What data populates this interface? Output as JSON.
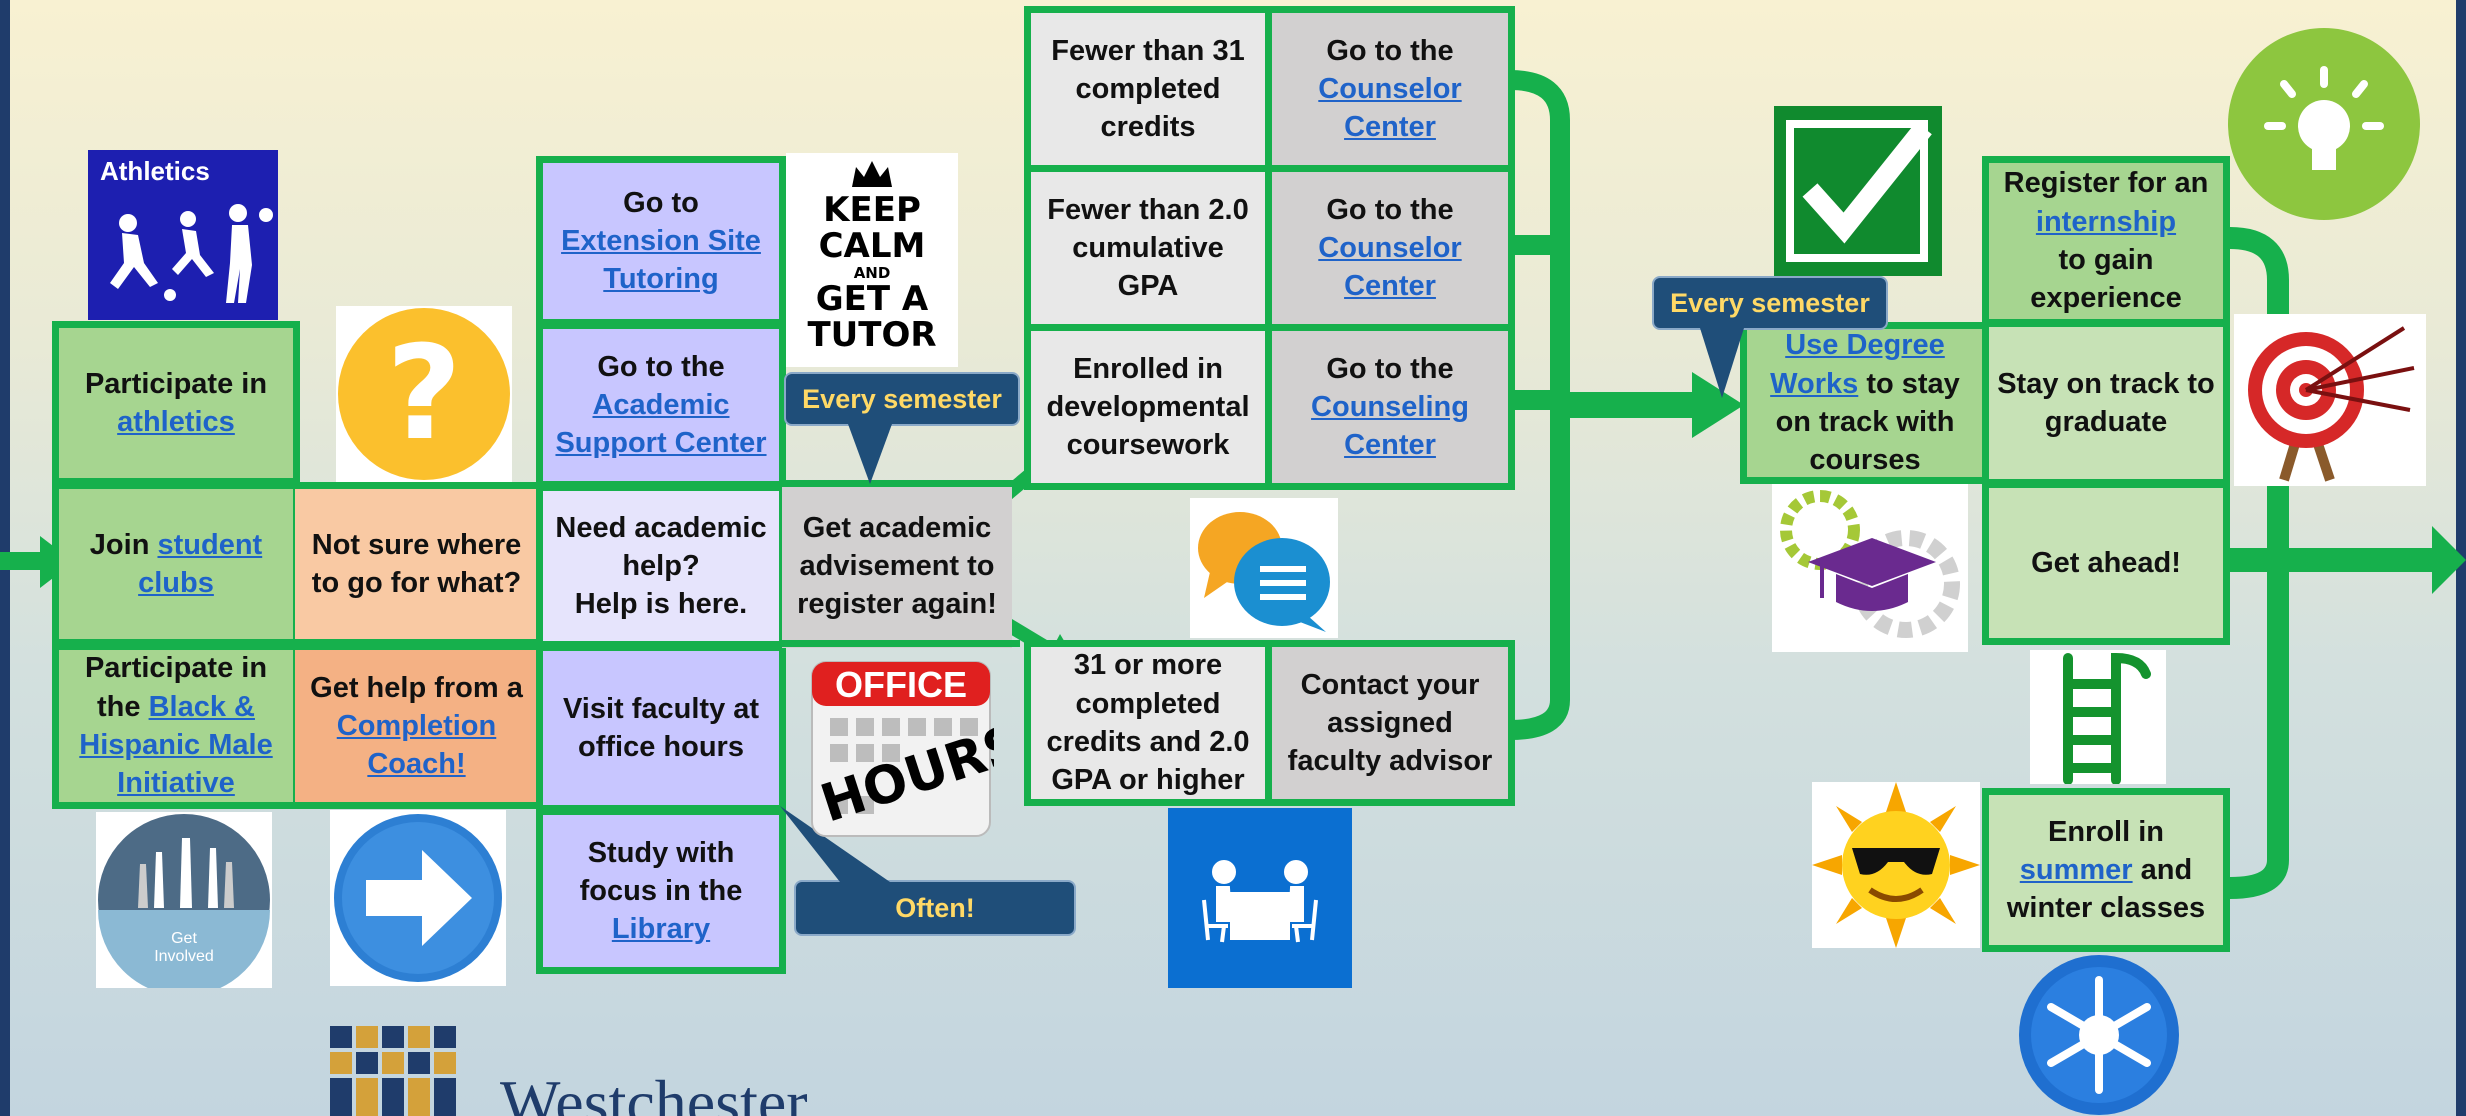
{
  "boxes": {
    "athletics": {
      "pre": "Participate in",
      "link": "athletics"
    },
    "clubs": {
      "pre": "Join",
      "link": "student clubs"
    },
    "bhmi": {
      "pre": "Participate in the",
      "link": "Black & Hispanic Male Initiative"
    },
    "not_sure": {
      "text": "Not sure where to go for what?"
    },
    "coach": {
      "pre": "Get help from a",
      "link": "Completion Coach!"
    },
    "extension": {
      "pre": "Go to",
      "link": "Extension Site Tutoring"
    },
    "asc": {
      "pre": "Go to the",
      "link": "Academic Support Center"
    },
    "need_help": {
      "line1": "Need academic help?",
      "line2": "Help is here."
    },
    "faculty_hours": {
      "text": "Visit faculty at office hours"
    },
    "library": {
      "pre": "Study with focus in the",
      "link": "Library"
    },
    "advisement": {
      "text": "Get academic advisement to register again!"
    },
    "fewer31": {
      "text": "Fewer than 31 completed credits"
    },
    "fewer31_go": {
      "pre": "Go to the",
      "link": "Counselor Center"
    },
    "fewer_gpa": {
      "text": "Fewer than 2.0 cumulative GPA"
    },
    "fewer_gpa_go": {
      "pre": "Go to the",
      "link": "Counselor Center"
    },
    "dev": {
      "text": "Enrolled in developmental coursework"
    },
    "dev_go": {
      "pre": "Go to the",
      "link": "Counseling Center"
    },
    "more31": {
      "text": "31 or more completed credits and 2.0 GPA or higher"
    },
    "contact": {
      "text": "Contact your assigned faculty advisor"
    },
    "degree_works": {
      "link": "Use Degree Works",
      "post": "to stay on track with courses"
    },
    "internship": {
      "pre": "Register for an",
      "link": "internship",
      "post": "to gain experience"
    },
    "on_track": {
      "text": "Stay on track to graduate"
    },
    "ahead": {
      "text": "Get ahead!"
    },
    "summer": {
      "pre": "Enroll in",
      "link": "summer",
      "post": "and winter classes"
    }
  },
  "callouts": {
    "every_semester_1": "Every semester",
    "every_semester_2": "Every semester",
    "often": "Often!"
  },
  "images": {
    "athletics_label": "Athletics",
    "keep_calm": [
      "KEEP",
      "CALM",
      "AND",
      "GET A",
      "TUTOR"
    ],
    "office_hours_top": "OFFICE",
    "office_hours_bottom": "HOURS",
    "get_involved": [
      "Get",
      "Involved"
    ],
    "logo_text": "Westchester"
  },
  "colors": {
    "accent": "#16b04c",
    "callout": "#1f4e79",
    "callout_text": "#ffd966",
    "link": "#1f63c9",
    "edge": "#1f3c6b"
  }
}
